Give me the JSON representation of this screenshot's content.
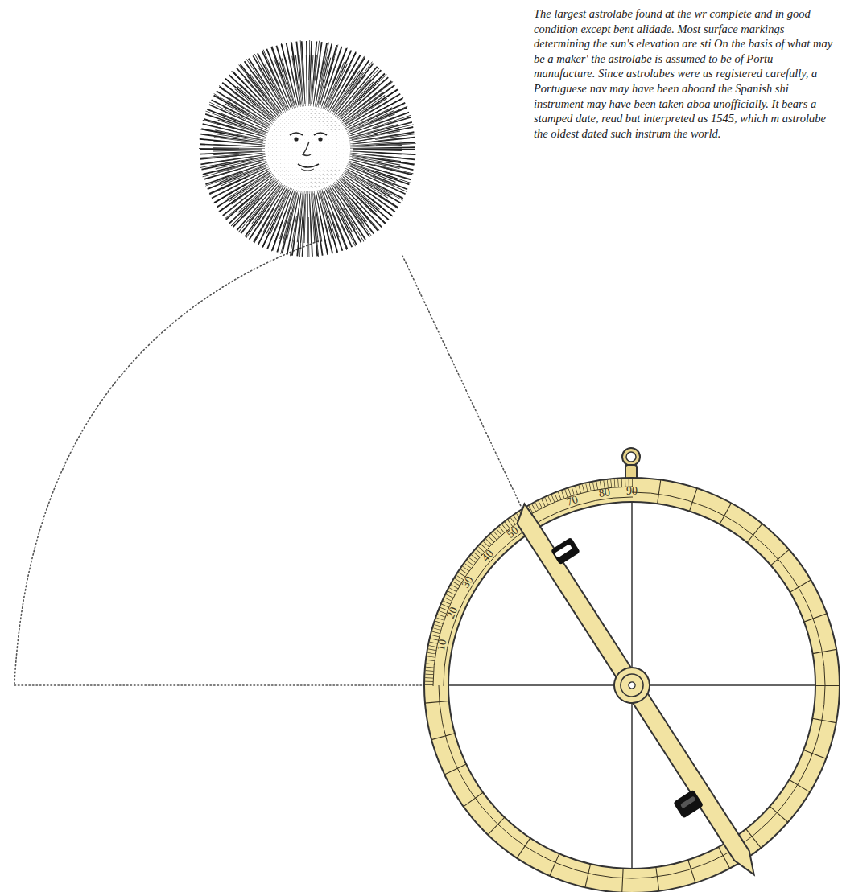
{
  "diagram": {
    "caption": "The largest astrolabe found at the wr complete and in good condition except bent alidade. Most surface markings determining the sun's elevation are sti On the basis of what may be a maker' the astrolabe is assumed to be of Portu manufacture. Since astrolabes were us registered carefully, a Portuguese nav may have been aboard the Spanish shi instrument may have been taken aboa unofficially. It bears a stamped date, read but interpreted as 1545, which m astrolabe the oldest dated such instrum the world.",
    "labels": [
      "10",
      "20",
      "30",
      "40",
      "50",
      "70",
      "80",
      "90"
    ]
  }
}
